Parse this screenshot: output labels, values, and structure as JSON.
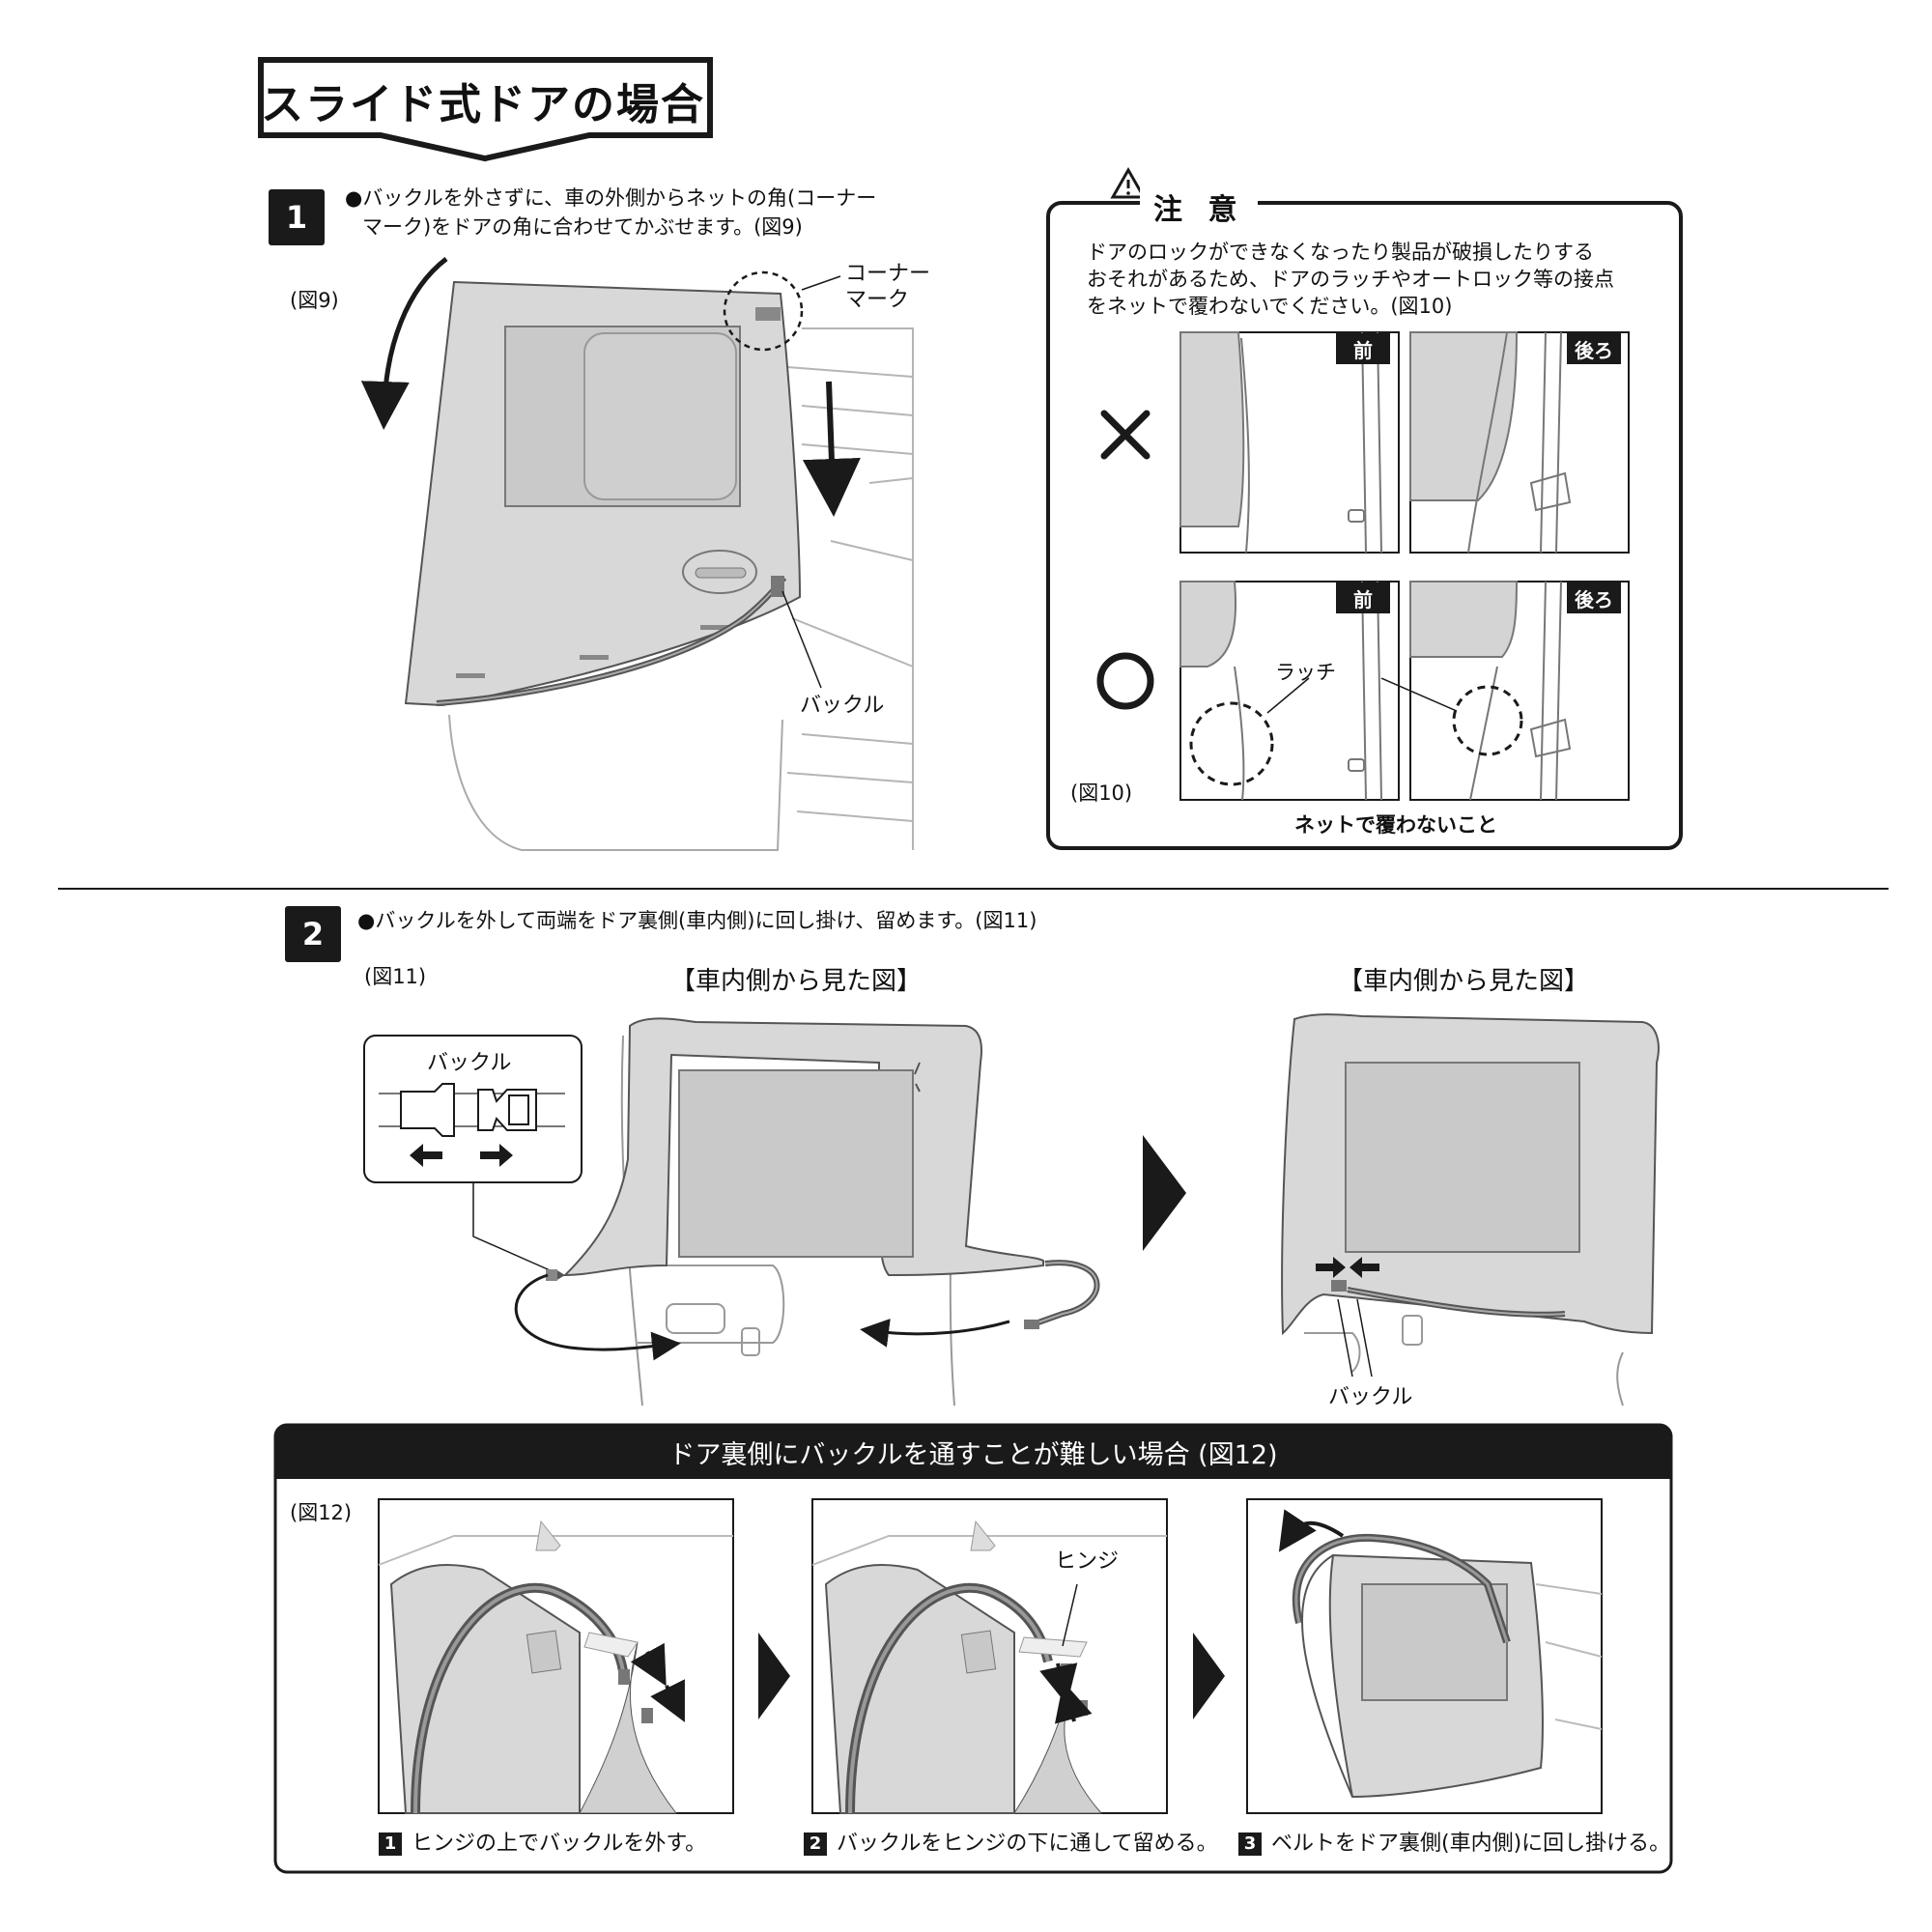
{
  "title": "スライド式ドアの場合",
  "step1": {
    "number": "1",
    "text_line1": "●バックルを外さずに、車の外側からネットの角(コーナー",
    "text_line2": "マーク)をドアの角に合わせてかぶせます。(図9)",
    "figure_label": "(図9)",
    "corner_mark_label_1": "コーナー",
    "corner_mark_label_2": "マーク",
    "buckle_label": "バックル"
  },
  "caution": {
    "title": "注 意",
    "line1": "ドアのロックができなくなったり製品が破損したりする",
    "line2": "おそれがあるため、ドアのラッチやオートロック等の接点",
    "line3": "をネットで覆わないでください。(図10)",
    "ng_mark": "×",
    "ok_mark": "○",
    "front_tag": "前",
    "rear_tag": "後ろ",
    "latch_label": "ラッチ",
    "figure_label": "(図10)",
    "footer": "ネットで覆わないこと"
  },
  "step2": {
    "number": "2",
    "text": "●バックルを外して両端をドア裏側(車内側)に回し掛け、留めます。(図11)",
    "figure_label": "(図11)",
    "view_heading_left": "【車内側から見た図】",
    "view_heading_right": "【車内側から見た図】",
    "buckle_box_label": "バックル",
    "buckle_label": "バックル"
  },
  "difficult": {
    "title": "ドア裏側にバックルを通すことが難しい場合 (図12)",
    "figure_label": "(図12)",
    "hinge_label": "ヒンジ",
    "steps": [
      {
        "num": "1",
        "text": "ヒンジの上でバックルを外す。"
      },
      {
        "num": "2",
        "text": "バックルをヒンジの下に通して留める。"
      },
      {
        "num": "3",
        "text": "ベルトをドア裏側(車内側)に回し掛ける。"
      }
    ]
  },
  "colors": {
    "ink": "#1a1a1a",
    "net_gray": "#d8d8d8",
    "belt_gray": "#8a8a8a",
    "line_gray": "#b5b5b5"
  }
}
